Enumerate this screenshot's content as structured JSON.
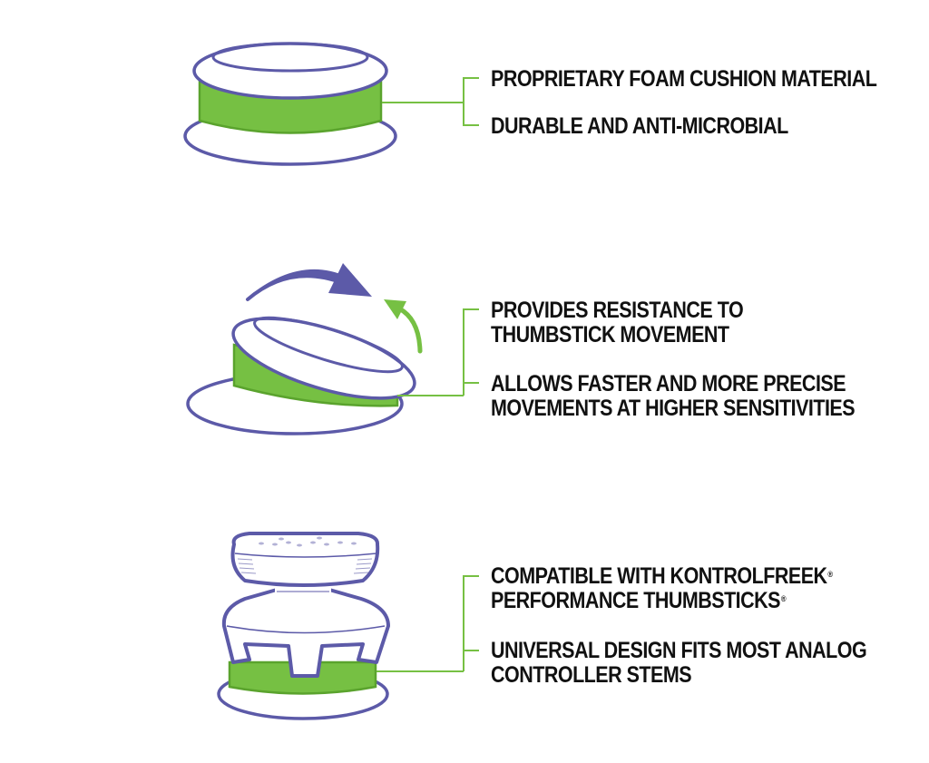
{
  "colors": {
    "outline": "#5c5aa8",
    "foam": "#76c043",
    "foam_dark": "#5aa32d",
    "bracket": "#76c043",
    "text": "#111111",
    "background": "#ffffff"
  },
  "features": [
    {
      "id": "foam",
      "illustration": "thumbstick-foam-cushion",
      "bullets": [
        {
          "lines": [
            "PROPRIETARY FOAM CUSHION MATERIAL"
          ]
        },
        {
          "lines": [
            "DURABLE AND ANTI-MICROBIAL"
          ]
        }
      ]
    },
    {
      "id": "resistance",
      "illustration": "thumbstick-tilted-with-arrows",
      "bullets": [
        {
          "lines": [
            "PROVIDES RESISTANCE TO",
            "THUMBSTICK MOVEMENT"
          ]
        },
        {
          "lines": [
            "ALLOWS FASTER AND MORE PRECISE",
            "MOVEMENTS AT HIGHER SENSITIVITIES"
          ]
        }
      ]
    },
    {
      "id": "compatibility",
      "illustration": "thumbstick-with-performance-cap",
      "bullets": [
        {
          "lines": [
            "COMPATIBLE WITH KONTROLFREEK",
            "PERFORMANCE THUMBSTICKS"
          ],
          "trademarks": [
            "®",
            "®"
          ]
        },
        {
          "lines": [
            "UNIVERSAL DESIGN FITS MOST ANALOG",
            "CONTROLLER STEMS"
          ]
        }
      ]
    }
  ]
}
